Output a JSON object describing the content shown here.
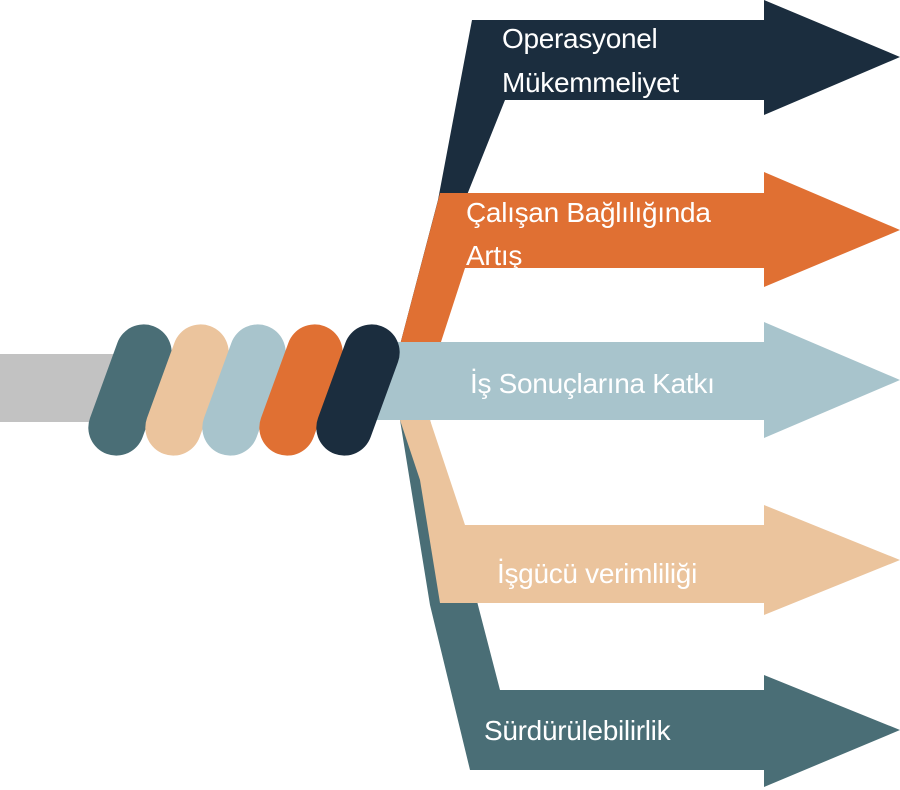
{
  "colors": {
    "navy": "#1b2d3e",
    "orange": "#e07033",
    "light_blue": "#a8c4cc",
    "peach": "#ebc49d",
    "teal": "#4a6e76",
    "gray_bar": "#c2c2c2",
    "text": "#ffffff"
  },
  "arrows": [
    {
      "lines": [
        "Operasyonel",
        "Mükemmeliyet"
      ],
      "color": "navy"
    },
    {
      "lines": [
        "Çalışan Bağlılığında",
        "Artış"
      ],
      "color": "orange"
    },
    {
      "lines": [
        "İş Sonuçlarına Katkı"
      ],
      "color": "light_blue"
    },
    {
      "lines": [
        "İşgücü verimliliği"
      ],
      "color": "peach"
    },
    {
      "lines": [
        "Sürdürülebilirlik"
      ],
      "color": "teal"
    }
  ],
  "twist_strands": [
    "teal",
    "peach",
    "light_blue",
    "orange",
    "navy"
  ]
}
